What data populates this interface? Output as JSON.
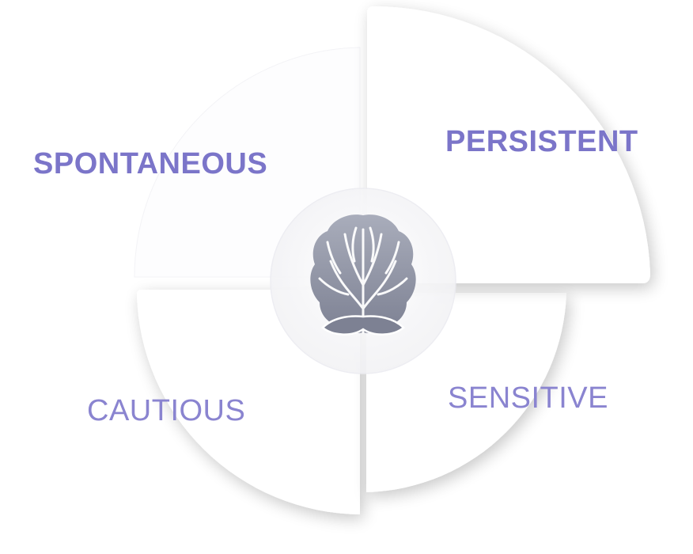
{
  "quadrants": {
    "top_left": {
      "label": "SPONTANEOUS",
      "emphasis": "bold"
    },
    "top_right": {
      "label": "PERSISTENT",
      "emphasis": "bold"
    },
    "bottom_left": {
      "label": "CAUTIOUS",
      "emphasis": "regular"
    },
    "bottom_right": {
      "label": "SENSITIVE",
      "emphasis": "regular"
    }
  },
  "center": {
    "icon": "brain-tree-icon"
  },
  "colors": {
    "label": "#7b75c9",
    "icon": "#8e92a3",
    "panel": "#ffffff",
    "shadow": "#d9d9df"
  }
}
